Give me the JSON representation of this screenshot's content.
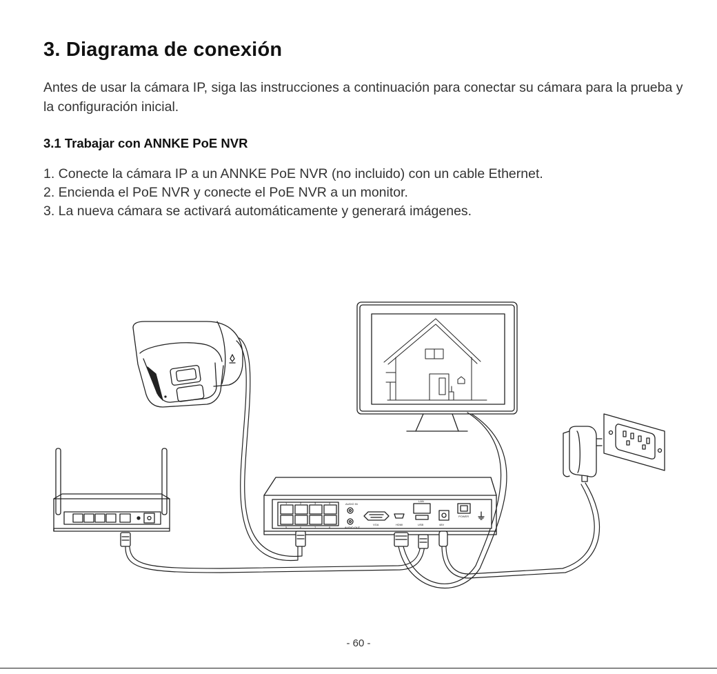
{
  "page": {
    "title": "3. Diagrama de conexión",
    "intro": "Antes de usar la cámara IP, siga las instrucciones a continuación para conectar su cámara para la prueba y la configuración inicial.",
    "subtitle": "3.1 Trabajar con ANNKE PoE NVR",
    "steps": [
      "1. Conecte la cámara IP a un ANNKE PoE NVR (no incluido) con un cable Ethernet.",
      "2. Encienda el PoE NVR y conecte el PoE NVR a un monitor.",
      "3. La nueva cámara se activará automáticamente y generará imágenes."
    ],
    "page_number": "- 60 -"
  },
  "nvr_labels": {
    "audio_in": "AUDIO IN",
    "audio_out": "AUDIO OUT",
    "vga": "VGA",
    "hdmi": "HDMI",
    "lan": "LAN",
    "usb": "USB",
    "power": "POWER",
    "dc": "48V",
    "port_numbers_top": [
      "1",
      "2",
      "3",
      "4"
    ],
    "port_numbers_bottom": [
      "5",
      "6",
      "7",
      "8"
    ]
  },
  "colors": {
    "text": "#333333",
    "heading": "#111111",
    "line": "#222222"
  }
}
